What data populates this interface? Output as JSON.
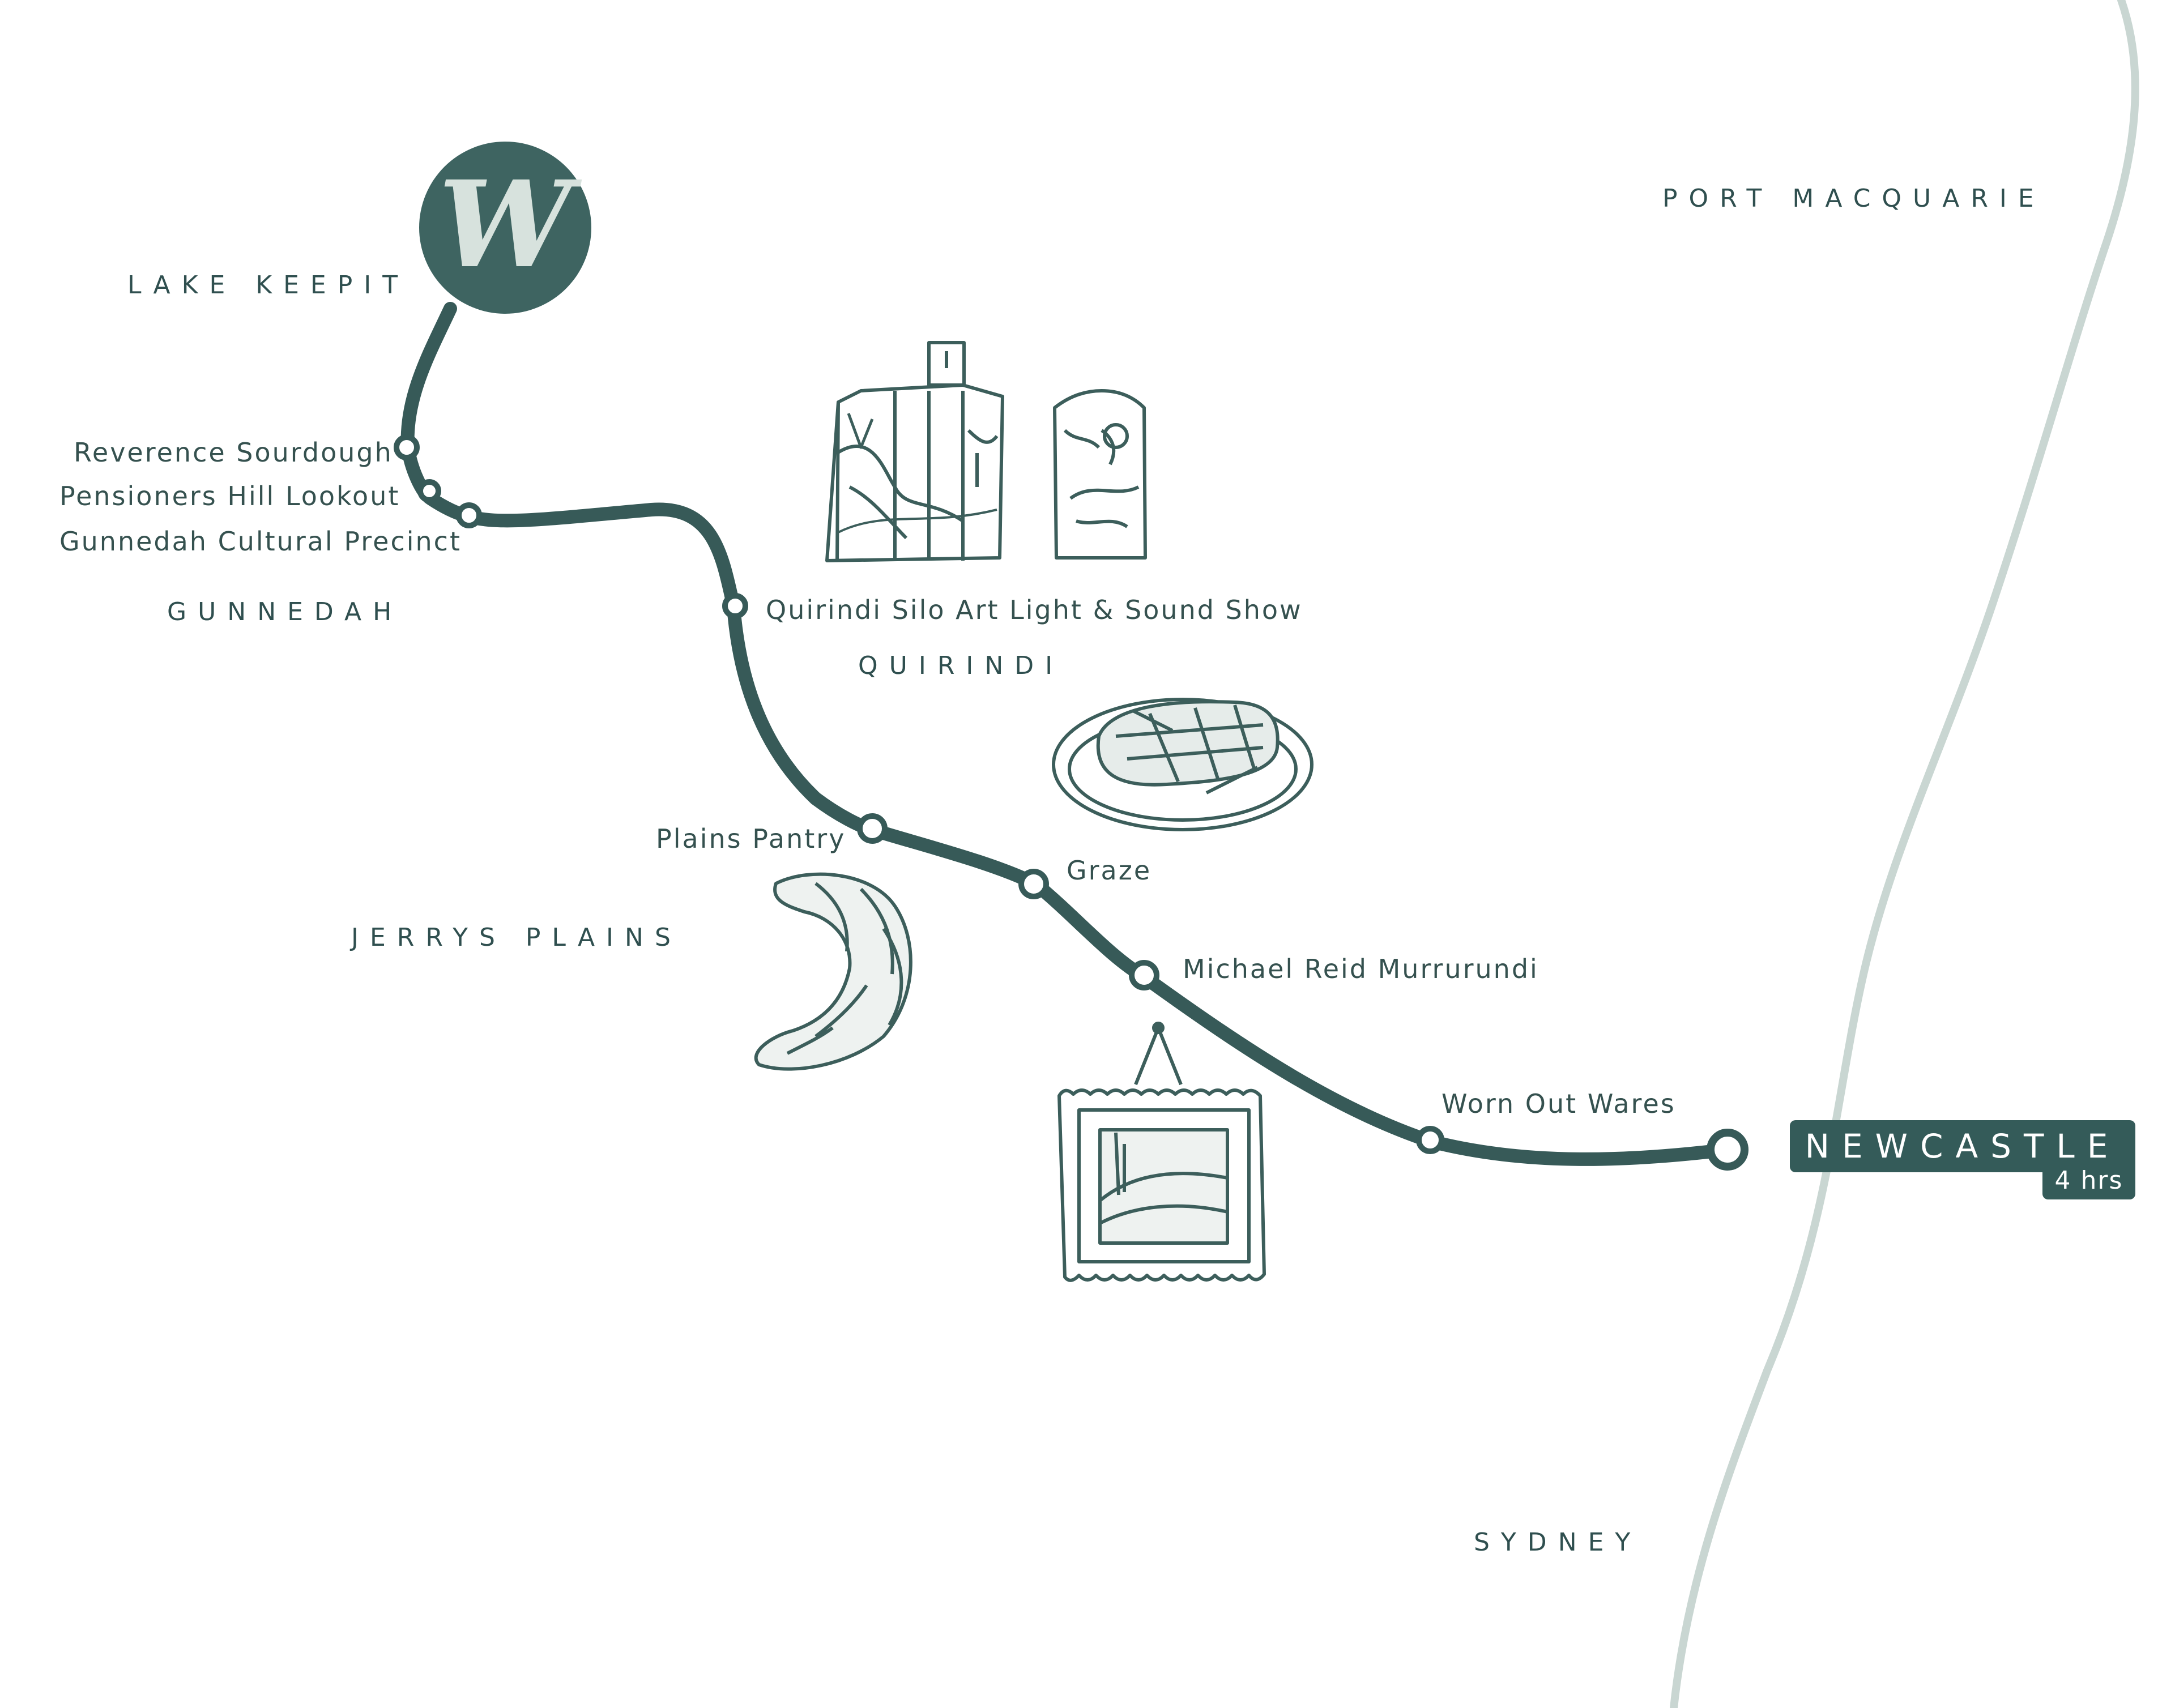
{
  "brand": {
    "logo_letter": "W",
    "logo_icon": "w-monogram-logo"
  },
  "colors": {
    "route": "#375a58",
    "coast": "#c9d6d2",
    "text": "#2f4f4f",
    "badge": "#345b59",
    "logo_letter": "#d7e2dd"
  },
  "regions": {
    "lake_keepit": "LAKE KEEPIT",
    "gunnedah": "GUNNEDAH",
    "quirindi": "QUIRINDI",
    "jerrys_plains": "JERRYS PLAINS",
    "port_macquarie": "PORT MACQUARIE",
    "sydney": "SYDNEY"
  },
  "stops": [
    {
      "label": "Reverence Sourdough"
    },
    {
      "label": "Pensioners Hill Lookout"
    },
    {
      "label": "Gunnedah Cultural Precinct"
    },
    {
      "label": "Quirindi Silo Art Light & Sound Show"
    },
    {
      "label": "Plains Pantry"
    },
    {
      "label": "Graze"
    },
    {
      "label": "Michael Reid Murrurundi"
    },
    {
      "label": "Worn Out Wares"
    }
  ],
  "destination": {
    "name": "NEWCASTLE",
    "duration": "4 hrs"
  },
  "illustrations": [
    "silo-art-icon",
    "steak-plate-icon",
    "croissant-icon",
    "framed-painting-icon"
  ]
}
